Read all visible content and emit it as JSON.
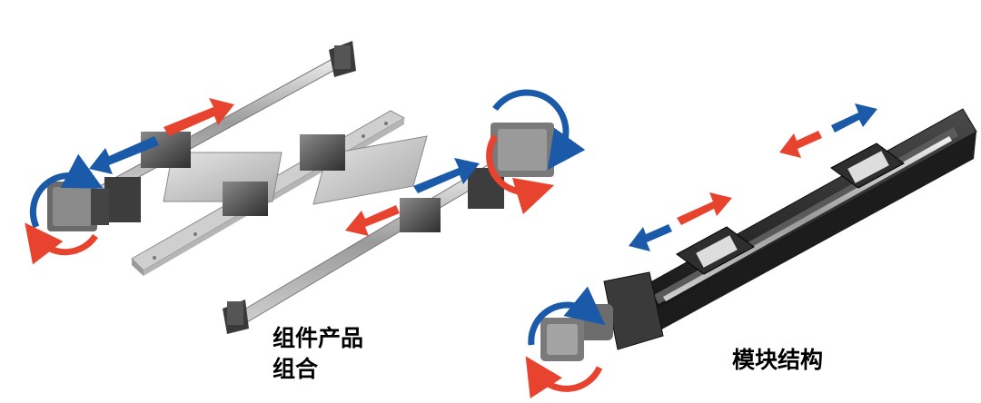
{
  "captions": {
    "component_line1": "组件产品",
    "component_line2": "组合",
    "module": "模块结构"
  },
  "colors": {
    "arrow_red": "#e8432e",
    "arrow_blue": "#1a5aa8",
    "metal_light": "#d9d9d9",
    "metal_dark": "#555555",
    "module_body": "#2a2a2a"
  }
}
